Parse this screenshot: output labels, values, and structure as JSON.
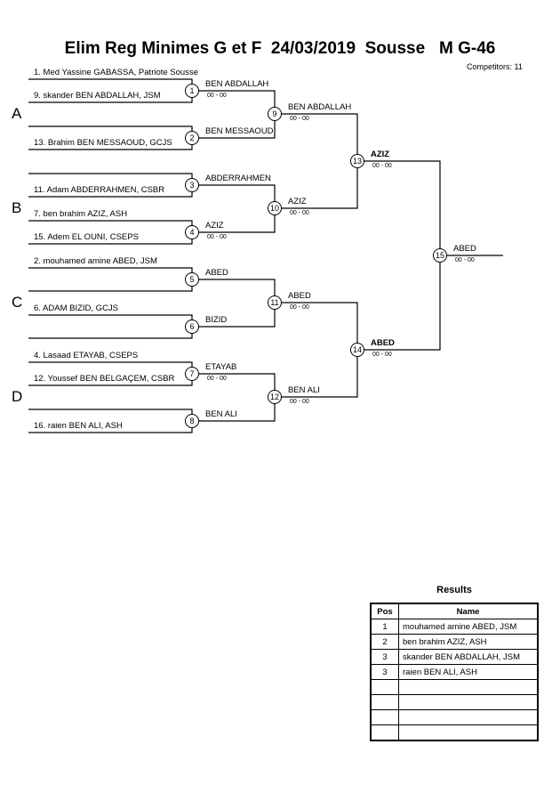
{
  "header": {
    "title": "Elim Reg Minimes G et F  24/03/2019  Sousse   M G-46",
    "competitors": "Competitors: 11"
  },
  "groups": [
    "A",
    "B",
    "C",
    "D"
  ],
  "entrants": [
    "1. Med Yassine GABASSA, Patriote Sousse",
    "9. skander BEN ABDALLAH, JSM",
    "13. Brahim BEN MESSAOUD, GCJS",
    "11. Adam ABDERRAHMEN, CSBR",
    "7. ben brahim AZIZ, ASH",
    "15. Adem EL OUNI, CSEPS",
    "2. mouhamed amine ABED, JSM",
    "6. ADAM BIZID, GCJS",
    "4. Lasaad ETAYAB, CSEPS",
    "12. Youssef BEN BELGAÇEM, CSBR",
    "16. raien BEN ALI, ASH"
  ],
  "matches": [
    {
      "num": "1",
      "winner": "BEN ABDALLAH",
      "score": "00 - 00"
    },
    {
      "num": "2",
      "winner": "BEN MESSAOUD",
      "score": ""
    },
    {
      "num": "3",
      "winner": "ABDERRAHMEN",
      "score": ""
    },
    {
      "num": "4",
      "winner": "AZIZ",
      "score": "00 - 00"
    },
    {
      "num": "5",
      "winner": "ABED",
      "score": ""
    },
    {
      "num": "6",
      "winner": "BIZID",
      "score": ""
    },
    {
      "num": "7",
      "winner": "ETAYAB",
      "score": "00 - 00"
    },
    {
      "num": "8",
      "winner": "BEN ALI",
      "score": ""
    },
    {
      "num": "9",
      "winner": "BEN ABDALLAH",
      "score": "00 - 00"
    },
    {
      "num": "10",
      "winner": "AZIZ",
      "score": "00 - 00"
    },
    {
      "num": "11",
      "winner": "ABED",
      "score": "00 - 00"
    },
    {
      "num": "12",
      "winner": "BEN ALI",
      "score": "00 - 00"
    },
    {
      "num": "13",
      "winner": "AZIZ",
      "score": "00 - 00"
    },
    {
      "num": "14",
      "winner": "ABED",
      "score": "00 - 00"
    },
    {
      "num": "15",
      "winner": "ABED",
      "score": "00 - 00"
    }
  ],
  "results": {
    "title": "Results",
    "col_pos": "Pos",
    "col_name": "Name",
    "rows": [
      {
        "pos": "1",
        "name": "mouhamed amine ABED, JSM"
      },
      {
        "pos": "2",
        "name": "ben brahim AZIZ, ASH"
      },
      {
        "pos": "3",
        "name": "skander BEN ABDALLAH, JSM"
      },
      {
        "pos": "3",
        "name": "raien BEN ALI, ASH"
      },
      {
        "pos": "",
        "name": ""
      },
      {
        "pos": "",
        "name": ""
      },
      {
        "pos": "",
        "name": ""
      },
      {
        "pos": "",
        "name": ""
      }
    ]
  }
}
